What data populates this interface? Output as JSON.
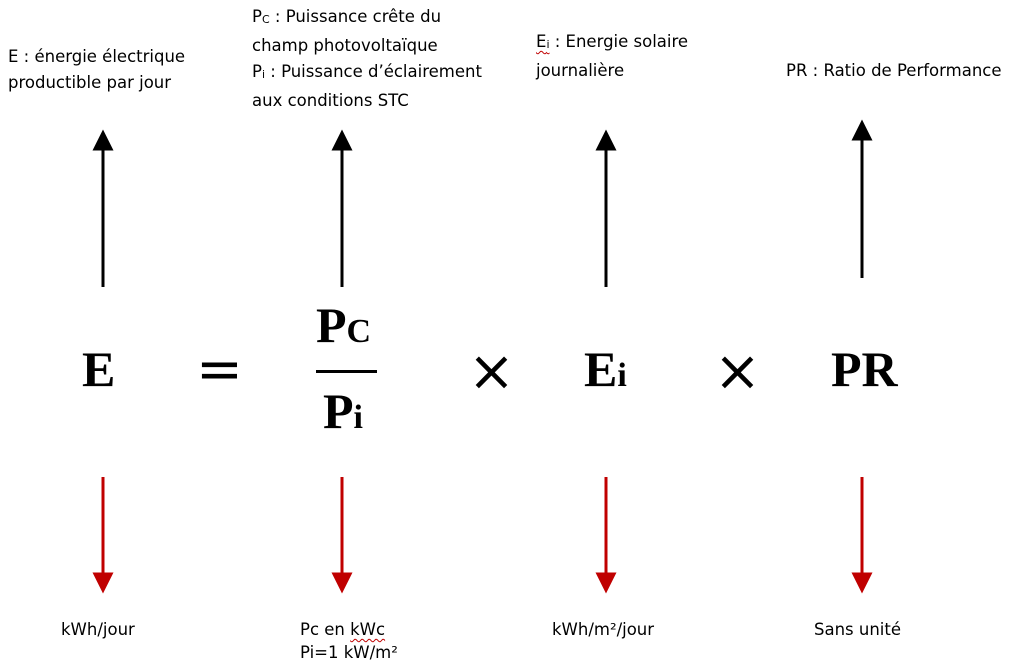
{
  "colors": {
    "up_arrow": "#000000",
    "down_arrow": "#c00000",
    "text": "#000000"
  },
  "formula": {
    "lhs": "E",
    "equals": "=",
    "numerator": {
      "base": "P",
      "sub": "C"
    },
    "denominator": {
      "base": "P",
      "sub": "i"
    },
    "times": "×",
    "factor2": {
      "base": "E",
      "sub": "i"
    },
    "factor3": "PR"
  },
  "descriptions": {
    "e": {
      "line1": "E  : énergie électrique",
      "line2": "productible par jour"
    },
    "pc_pi": {
      "pc_sym": "P",
      "pc_sub": "C",
      "pc_line1": " : Puissance crête du",
      "pc_line2": " champ photovoltaïque",
      "pi_sym": "P",
      "pi_sub": "i",
      "pi_line1": " : Puissance d’éclairement",
      "pi_line2": "aux conditions STC"
    },
    "ei": {
      "sym": "E",
      "sub": "i",
      "line1": " : Energie solaire",
      "line2": " journalière"
    },
    "pr": {
      "line1": "PR : Ratio de Performance"
    }
  },
  "units": {
    "e": "kWh/jour",
    "pc_prefix": "Pc en ",
    "pc_unit": "kWc",
    "pi": "Pi=1 kW/m²",
    "ei": "kWh/m²/jour",
    "pr": "Sans unité"
  }
}
